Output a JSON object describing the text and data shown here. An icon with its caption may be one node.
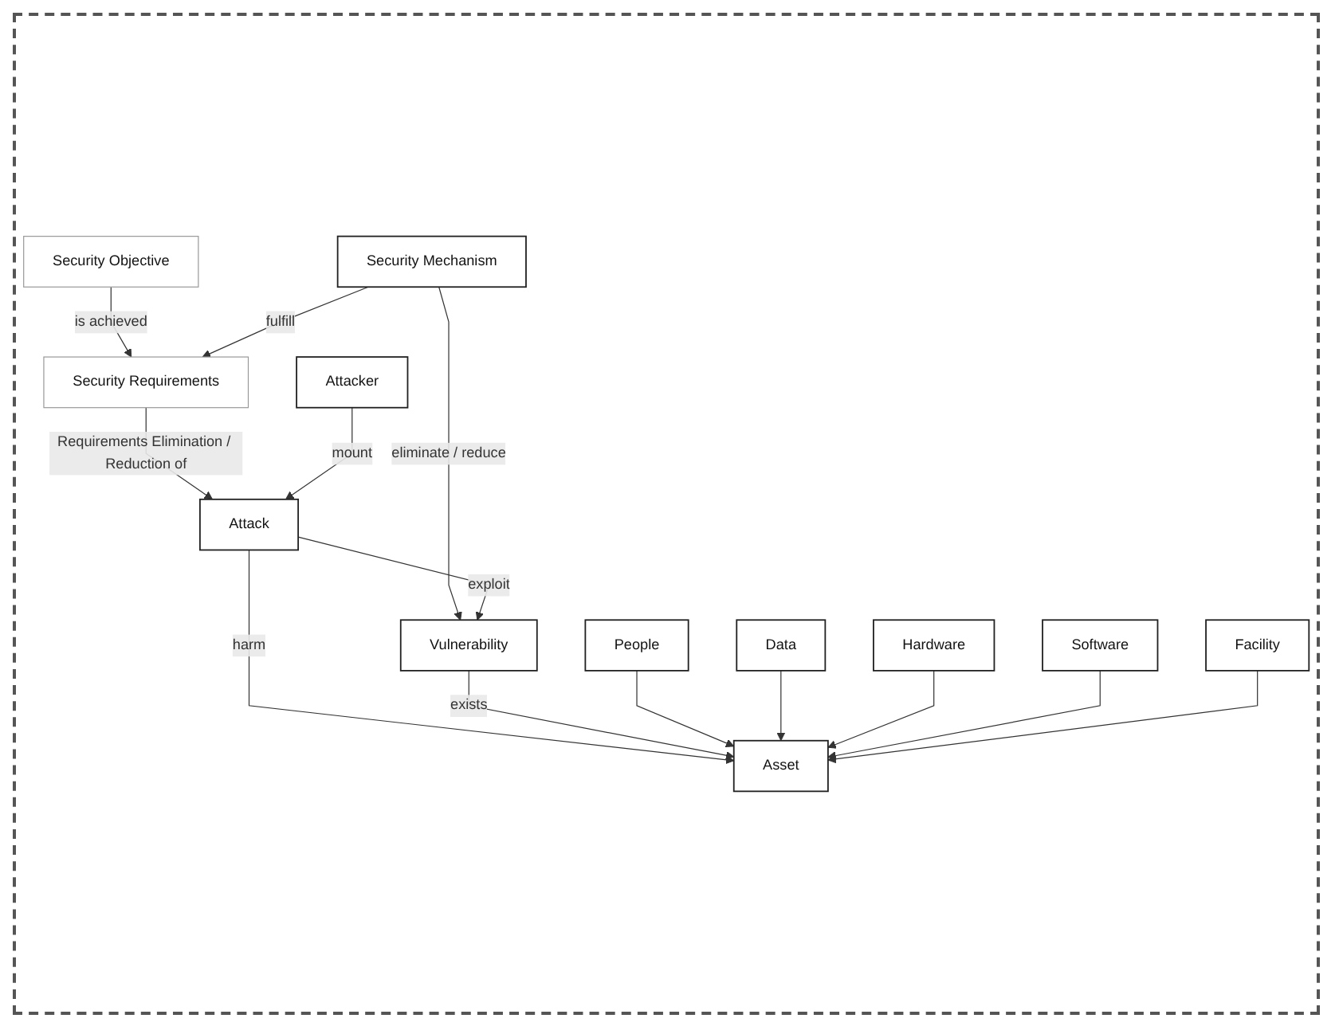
{
  "diagram": {
    "nodes": [
      {
        "text": [
          "Security Objective"
        ]
      },
      {
        "text": [
          "Security Requirements"
        ]
      },
      {
        "text": [
          "Security Mechanism"
        ]
      },
      {
        "text": [
          "Vulnerability"
        ]
      },
      {
        "text": [
          "Attack"
        ]
      },
      {
        "text": [
          "Attacker"
        ]
      },
      {
        "text": [
          "Asset"
        ]
      },
      {
        "text": [
          "People"
        ]
      },
      {
        "text": [
          "Data"
        ]
      },
      {
        "text": [
          "Hardware"
        ]
      },
      {
        "text": [
          "Software"
        ]
      },
      {
        "text": [
          "Facility"
        ]
      }
    ],
    "edges": [
      {
        "from": 0,
        "to": 1,
        "arrow": "to",
        "label": "is achieved"
      },
      {
        "from": 2,
        "to": 1,
        "arrow": "to",
        "label": "fulfill"
      },
      {
        "from": 1,
        "to": 4,
        "arrow": "to",
        "label": "Requirements Elimination / Reduction of"
      },
      {
        "from": 2,
        "to": 3,
        "arrow": "to",
        "label": "eliminate / reduce"
      },
      {
        "from": 4,
        "to": 3,
        "arrow": "to",
        "label": "exploit"
      },
      {
        "from": 5,
        "to": 4,
        "arrow": "to",
        "label": "mount"
      },
      {
        "from": 4,
        "to": 6,
        "arrow": "to",
        "label": "harm"
      },
      {
        "from": 3,
        "to": 6,
        "arrow": "to",
        "label": "exists"
      },
      {
        "from": 7,
        "to": 6,
        "arrow": "to"
      },
      {
        "from": 8,
        "to": 6,
        "arrow": "to"
      },
      {
        "from": 9,
        "to": 6,
        "arrow": "to"
      },
      {
        "from": 10,
        "to": 6,
        "arrow": "to"
      },
      {
        "from": 11,
        "to": 6,
        "arrow": "to"
      }
    ]
  }
}
